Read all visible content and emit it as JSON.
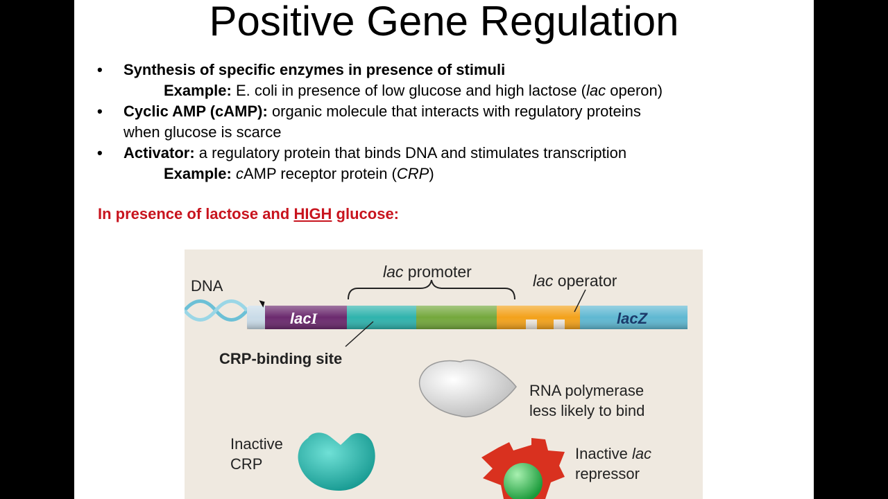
{
  "title": "Positive Gene Regulation",
  "bullets": {
    "b1_text": "Synthesis of specific enzymes in presence of stimuli",
    "b1_example_label": "Example:",
    "b1_example_pre": " E. coli in presence of low glucose and high lactose (",
    "b1_example_italic": "lac",
    "b1_example_post": " operon)",
    "b2_term": "Cyclic AMP (cAMP):",
    "b2_text": " organic molecule that interacts with regulatory proteins",
    "b2_cont": "when glucose is scarce",
    "b3_term": "Activator:",
    "b3_text": " a regulatory protein that binds DNA and stimulates transcription",
    "b3_example_label": "Example:",
    "b3_example_c": " c",
    "b3_example_mid": "AMP receptor protein (",
    "b3_example_italic": "CRP",
    "b3_example_post": ")",
    "bullet_char": "•"
  },
  "subheading": {
    "pre": "In presence of lactose and ",
    "underlined": "HIGH",
    "post": " glucose:"
  },
  "figure": {
    "dna_label": "DNA",
    "promoter_italic": "lac",
    "promoter_text": " promoter",
    "operator_italic": "lac",
    "operator_text": " operator",
    "laci_label_a": "lac",
    "laci_label_b": "I",
    "lacz_label": "lacZ",
    "crp_site_label": "CRP-binding site",
    "rnap_line1": "RNA polymerase",
    "rnap_line2": "less likely to bind",
    "crp_line1": "Inactive",
    "crp_line2": "CRP",
    "repressor_line1_pre": "Inactive ",
    "repressor_line1_italic": "lac",
    "repressor_line2": "repressor"
  },
  "colors": {
    "heading_red": "#c8141e",
    "laci_purple": "#6b2a6e",
    "crp_teal": "#2fb3ad",
    "promoter_green": "#74a83c",
    "operator_orange": "#f3a21b",
    "lacz_blue": "#5fb8d2",
    "repressor_red": "#d9311f",
    "inducer_green": "#2fb04a",
    "figure_bg": "#efe9e0"
  }
}
